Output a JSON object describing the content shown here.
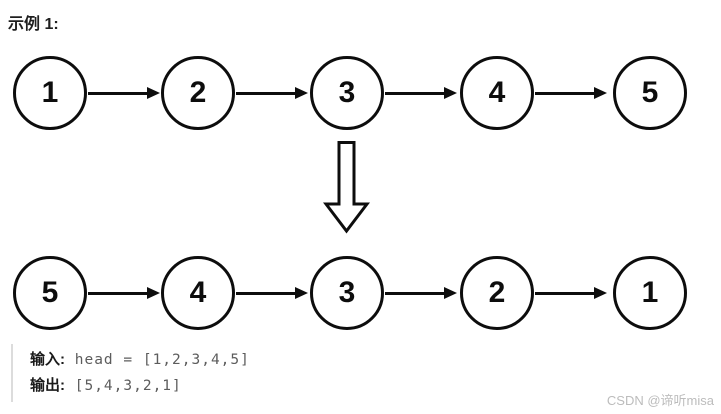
{
  "title": "示例 1:",
  "diagram": {
    "top_list": [
      "1",
      "2",
      "3",
      "4",
      "5"
    ],
    "bottom_list": [
      "5",
      "4",
      "3",
      "2",
      "1"
    ],
    "transform_icon": "down-arrow"
  },
  "io": {
    "input_label": "输入:",
    "input_value": "head = [1,2,3,4,5]",
    "output_label": "输出:",
    "output_value": "[5,4,3,2,1]"
  },
  "watermark": "CSDN @谛听misa",
  "colors": {
    "node_stroke": "#0d0d0d",
    "node_fill": "#ffffff",
    "code_text": "#5c5c5c",
    "quote_border": "#dcdcdc",
    "watermark": "#bcbcbc"
  }
}
